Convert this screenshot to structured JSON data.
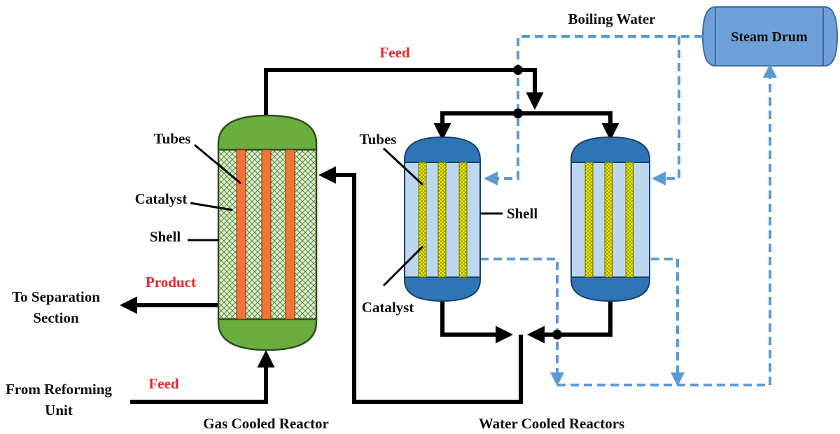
{
  "labels": {
    "feed_top": "Feed",
    "boiling_water": "Boiling Water",
    "steam_drum": "Steam Drum",
    "tubes_left": "Tubes",
    "tubes_right": "Tubes",
    "catalyst_left": "Catalyst",
    "catalyst_right": "Catalyst",
    "shell_left": "Shell",
    "shell_right": "Shell",
    "product": "Product",
    "to_separation_line1": "To Separation",
    "to_separation_line2": "Section",
    "from_reforming_line1": "From Reforming",
    "from_reforming_line2": "Unit",
    "feed_bottom": "Feed",
    "gas_cooled_reactor": "Gas Cooled Reactor",
    "water_cooled_reactors": "Water Cooled Reactors"
  },
  "colors": {
    "gas_reactor_cap": "#6aae3f",
    "gas_reactor_body": "#d4ecc4",
    "gas_reactor_tube": "#f47435",
    "water_reactor_cap": "#2e75b6",
    "water_reactor_body": "#bdd7ee",
    "water_reactor_tube": "#f4f200",
    "steam_drum": "#6fa0d8",
    "water_line": "#5b9bd5",
    "process_line": "#000000",
    "accent_text": "#e8262b"
  }
}
